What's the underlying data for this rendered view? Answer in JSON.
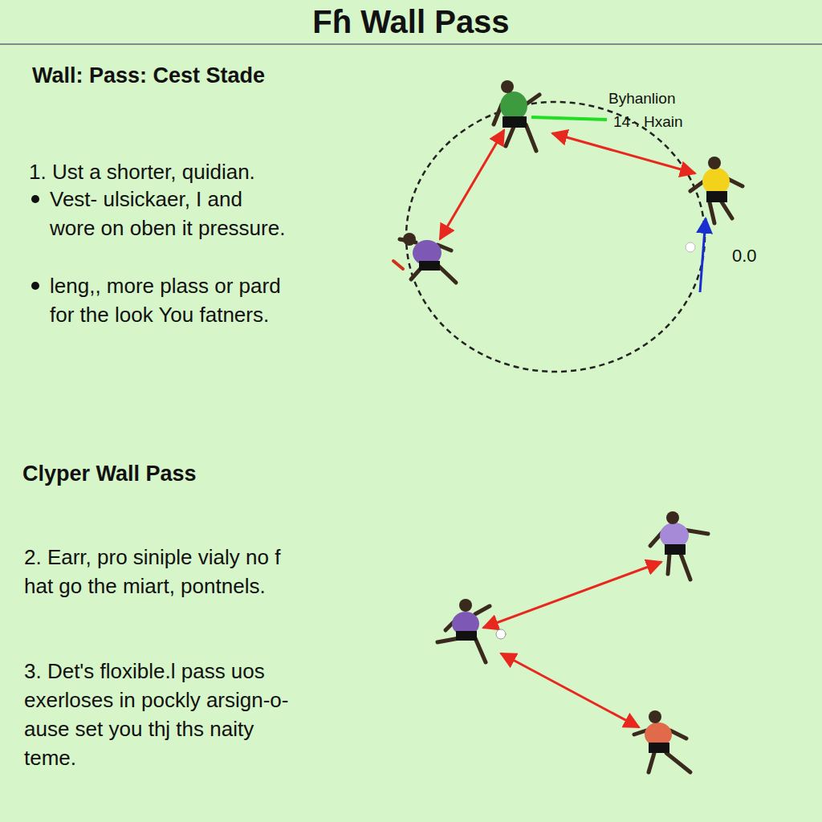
{
  "diagram": {
    "title": "Fɦ Wall Pass",
    "labels": [
      "Wall: Pass: Cest Stade",
      "1. Ust a shorter, quidian.",
      "Vest- ulsickaer, I and wore on oben it pressure.",
      "leng,, more plass or pard for the look You fatners.",
      "Clyper Wall Pass",
      "2. Earr, pro siniple vialy no f hat go the miart, pontnels.",
      "3. Det's floxible.l pass uos exerloses in pockly arsign-o-ause set you thj ths naity teme.",
      "Byhanlion",
      "14·. Hxain",
      "0.0"
    ]
  }
}
